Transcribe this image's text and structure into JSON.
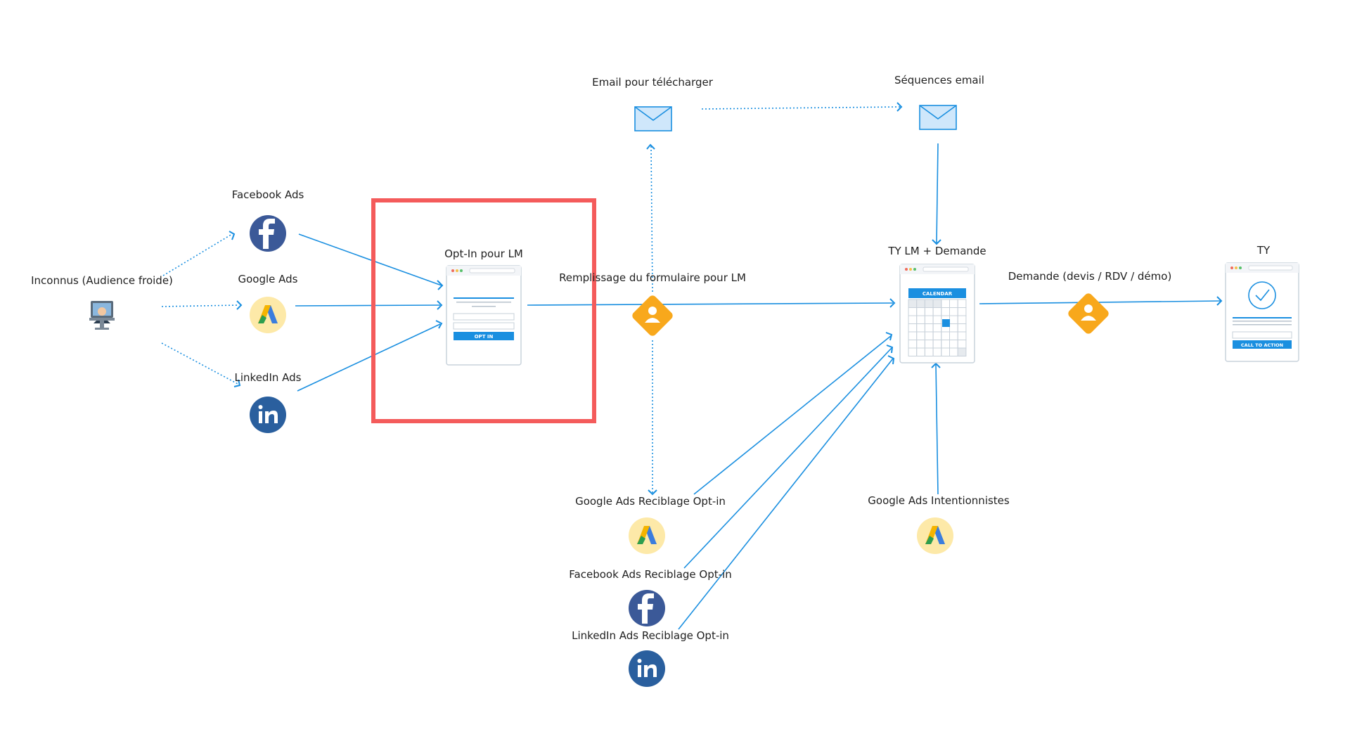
{
  "colors": {
    "connector": "#1a8fe0",
    "highlight": "#f45b5b",
    "facebook": "#3b5998",
    "linkedin": "#2a5f9e",
    "google_ads_bg": "#fde9a8",
    "email": "#cfe7fb",
    "diamond": "#f8a81c",
    "calendar_header": "#1a8fe0"
  },
  "nodes": {
    "audience": {
      "label": "Inconnus (Audience froide)",
      "icon": "person-computer-icon"
    },
    "facebook_ads": {
      "label": "Facebook Ads",
      "icon": "facebook-icon"
    },
    "google_ads": {
      "label": "Google Ads",
      "icon": "google-ads-icon"
    },
    "linkedin_ads": {
      "label": "LinkedIn Ads",
      "icon": "linkedin-icon"
    },
    "optin": {
      "label": "Opt-In pour LM",
      "icon": "optin-page-icon",
      "button_text": "OPT IN"
    },
    "form_fill": {
      "label": "Remplissage du formulaire pour LM",
      "icon": "conversion-diamond-icon"
    },
    "email_download": {
      "label": "Email pour télécharger",
      "icon": "envelope-icon"
    },
    "email_sequences": {
      "label": "Séquences email",
      "icon": "envelope-icon"
    },
    "ty_lm": {
      "label": "TY LM + Demande",
      "icon": "calendar-page-icon",
      "calendar_text": "CALENDAR"
    },
    "request": {
      "label": "Demande (devis / RDV / démo)",
      "icon": "conversion-diamond-icon"
    },
    "ty": {
      "label": "TY",
      "icon": "thank-you-page-icon",
      "button_text": "CALL TO ACTION"
    },
    "ga_retarget": {
      "label": "Google Ads Reciblage Opt-in",
      "icon": "google-ads-icon"
    },
    "fb_retarget": {
      "label": "Facebook Ads Reciblage Opt-in",
      "icon": "facebook-icon"
    },
    "li_retarget": {
      "label": "LinkedIn Ads Reciblage Opt-in",
      "icon": "linkedin-icon"
    },
    "ga_intent": {
      "label": "Google Ads Intentionnistes",
      "icon": "google-ads-icon"
    }
  }
}
